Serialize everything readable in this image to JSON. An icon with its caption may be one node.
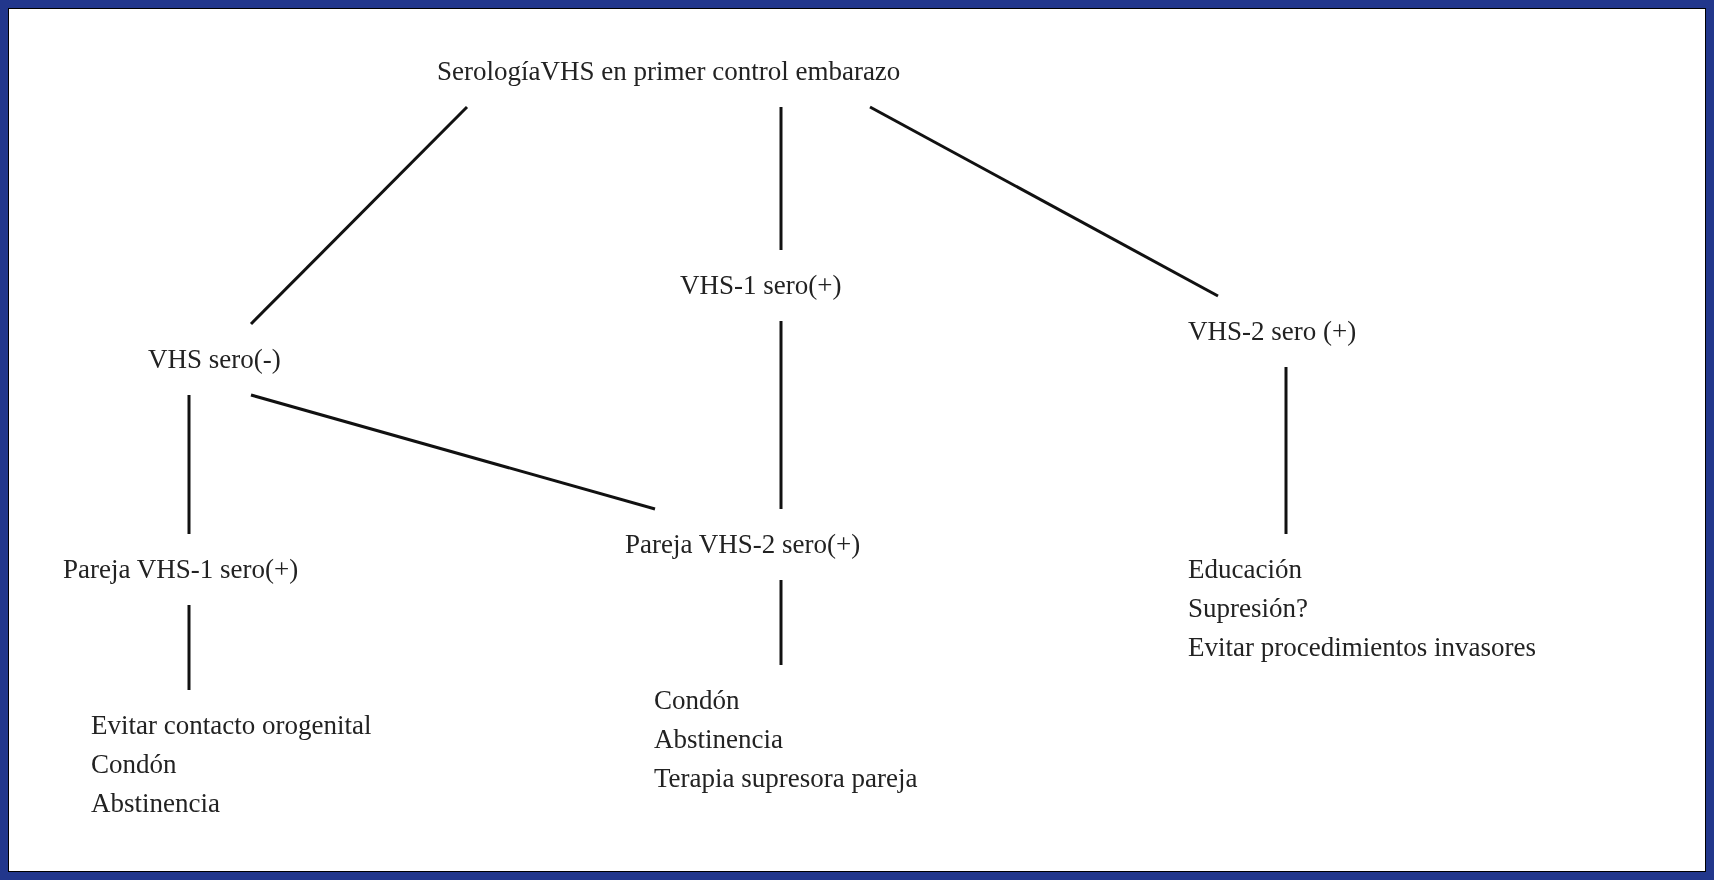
{
  "diagram": {
    "nodes": [
      {
        "text": [
          "SerologíaVHS en primer control embarazo"
        ]
      },
      {
        "text": [
          "VHS sero(-)"
        ]
      },
      {
        "text": [
          "VHS-1 sero(+)"
        ]
      },
      {
        "text": [
          "VHS-2 sero (+)"
        ]
      },
      {
        "text": [
          "Pareja VHS-1 sero(+)"
        ]
      },
      {
        "text": [
          "Pareja VHS-2 sero(+)"
        ]
      },
      {
        "text": [
          "Evitar contacto orogenital",
          "Condón",
          "Abstinencia"
        ]
      },
      {
        "text": [
          "Condón",
          "Abstinencia",
          "Terapia supresora pareja"
        ]
      },
      {
        "text": [
          "Educación",
          "Supresión?",
          "Evitar procedimientos invasores"
        ]
      }
    ],
    "edges": [
      {
        "from": 0,
        "to": 1,
        "arrow": "none"
      },
      {
        "from": 0,
        "to": 2,
        "arrow": "none"
      },
      {
        "from": 0,
        "to": 3,
        "arrow": "none"
      },
      {
        "from": 1,
        "to": 4,
        "arrow": "none"
      },
      {
        "from": 1,
        "to": 5,
        "arrow": "none"
      },
      {
        "from": 2,
        "to": 5,
        "arrow": "none"
      },
      {
        "from": 3,
        "to": 8,
        "arrow": "none"
      },
      {
        "from": 4,
        "to": 6,
        "arrow": "none"
      },
      {
        "from": 5,
        "to": 7,
        "arrow": "none"
      }
    ]
  }
}
